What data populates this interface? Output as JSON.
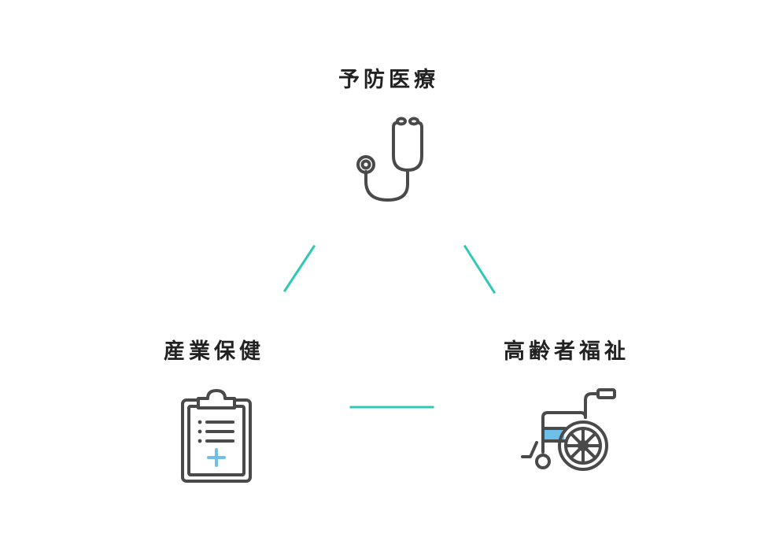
{
  "nodes": {
    "top": {
      "label": "予防医療",
      "icon": "stethoscope-icon"
    },
    "left": {
      "label": "産業保健",
      "icon": "clipboard-medical-icon"
    },
    "right": {
      "label": "高齢者福祉",
      "icon": "wheelchair-icon"
    }
  },
  "colors": {
    "connector": "#2ec9b5",
    "icon_stroke": "#4a4a4a",
    "icon_accent": "#6fbfe8",
    "label_text": "#222222",
    "background": "#ffffff"
  }
}
